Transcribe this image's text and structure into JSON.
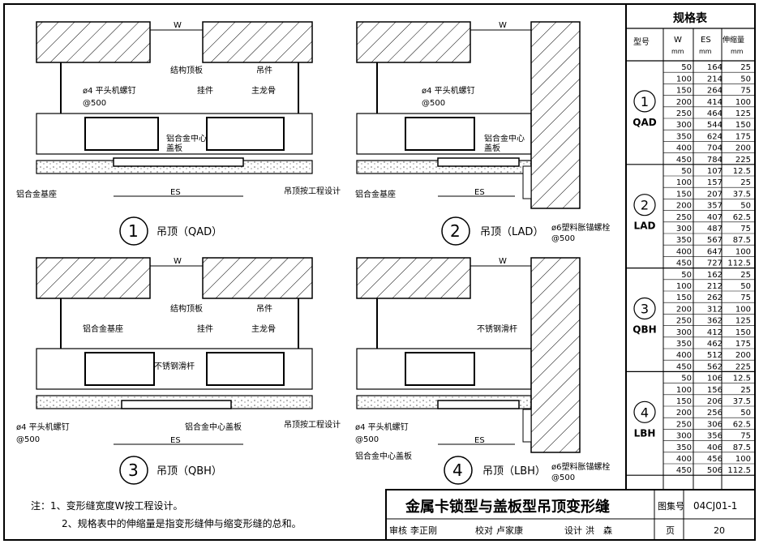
{
  "title": "金属卡锁型与盖板型吊顶变形缝",
  "atlas_label": "图集号",
  "atlas_no": "04CJ01-1",
  "page_label": "页",
  "page_no": "20",
  "signatures": {
    "review_label": "审核",
    "review_name": "李正刚",
    "check_label": "校对",
    "check_name": "卢家康",
    "design_label": "设计",
    "design_name": "洪　森"
  },
  "notes": [
    "注：1、变形缝宽度W按工程设计。",
    "2、规格表中的伸缩量是指变形缝伸与缩变形缝的总和。"
  ],
  "spec_table": {
    "title": "规格表",
    "headers": [
      "型号",
      "W",
      "ES",
      "伸缩量"
    ],
    "units": [
      "mm",
      "mm",
      "mm"
    ],
    "groups": [
      {
        "num": "1",
        "model": "QAD",
        "rows": [
          [
            "50",
            "164",
            "25"
          ],
          [
            "100",
            "214",
            "50"
          ],
          [
            "150",
            "264",
            "75"
          ],
          [
            "200",
            "414",
            "100"
          ],
          [
            "250",
            "464",
            "125"
          ],
          [
            "300",
            "544",
            "150"
          ],
          [
            "350",
            "624",
            "175"
          ],
          [
            "400",
            "704",
            "200"
          ],
          [
            "450",
            "784",
            "225"
          ]
        ]
      },
      {
        "num": "2",
        "model": "LAD",
        "rows": [
          [
            "50",
            "107",
            "12.5"
          ],
          [
            "100",
            "157",
            "25"
          ],
          [
            "150",
            "207",
            "37.5"
          ],
          [
            "200",
            "357",
            "50"
          ],
          [
            "250",
            "407",
            "62.5"
          ],
          [
            "300",
            "487",
            "75"
          ],
          [
            "350",
            "567",
            "87.5"
          ],
          [
            "400",
            "647",
            "100"
          ],
          [
            "450",
            "727",
            "112.5"
          ]
        ]
      },
      {
        "num": "3",
        "model": "QBH",
        "rows": [
          [
            "50",
            "162",
            "25"
          ],
          [
            "100",
            "212",
            "50"
          ],
          [
            "150",
            "262",
            "75"
          ],
          [
            "200",
            "312",
            "100"
          ],
          [
            "250",
            "362",
            "125"
          ],
          [
            "300",
            "412",
            "150"
          ],
          [
            "350",
            "462",
            "175"
          ],
          [
            "400",
            "512",
            "200"
          ],
          [
            "450",
            "562",
            "225"
          ]
        ]
      },
      {
        "num": "4",
        "model": "LBH",
        "rows": [
          [
            "50",
            "106",
            "12.5"
          ],
          [
            "100",
            "156",
            "25"
          ],
          [
            "150",
            "206",
            "37.5"
          ],
          [
            "200",
            "256",
            "50"
          ],
          [
            "250",
            "306",
            "62.5"
          ],
          [
            "300",
            "356",
            "75"
          ],
          [
            "350",
            "406",
            "87.5"
          ],
          [
            "400",
            "456",
            "100"
          ],
          [
            "450",
            "506",
            "112.5"
          ]
        ]
      }
    ]
  },
  "panels": [
    {
      "num": "1",
      "caption": "吊顶（QAD）",
      "labels": {
        "w": "W",
        "es": "ES",
        "structure": "结构顶板",
        "hanger": "吊件",
        "screw": "ø4 平头机螺钉",
        "screw_spacing": "@500",
        "pendant": "挂件",
        "main_keel": "主龙骨",
        "cover": "铝合金中心盖板",
        "base": "铝合金基座",
        "ceiling": "吊顶按工程设计"
      }
    },
    {
      "num": "2",
      "caption": "吊顶（LAD）",
      "labels": {
        "w": "W",
        "es": "ES",
        "screw": "ø4 平头机螺钉",
        "screw_spacing": "@500",
        "cover": "铝合金中心盖板",
        "base": "铝合金基座",
        "anchor": "ø6塑料胀锚螺栓 @500"
      }
    },
    {
      "num": "3",
      "caption": "吊顶（QBH）",
      "labels": {
        "w": "W",
        "es": "ES",
        "structure": "结构顶板",
        "hanger": "吊件",
        "base": "铝合金基座",
        "pendant": "挂件",
        "main_keel": "主龙骨",
        "rod": "不锈钢滑杆",
        "screw": "ø4 平头机螺钉",
        "screw_spacing": "@500",
        "cover": "铝合金中心盖板",
        "ceiling": "吊顶按工程设计"
      }
    },
    {
      "num": "4",
      "caption": "吊顶（LBH）",
      "labels": {
        "w": "W",
        "es": "ES",
        "rod": "不锈钢滑杆",
        "screw": "ø4 平头机螺钉",
        "screw_spacing": "@500",
        "cover": "铝合金中心盖板",
        "anchor": "ø6塑料胀锚螺栓 @500"
      }
    }
  ]
}
